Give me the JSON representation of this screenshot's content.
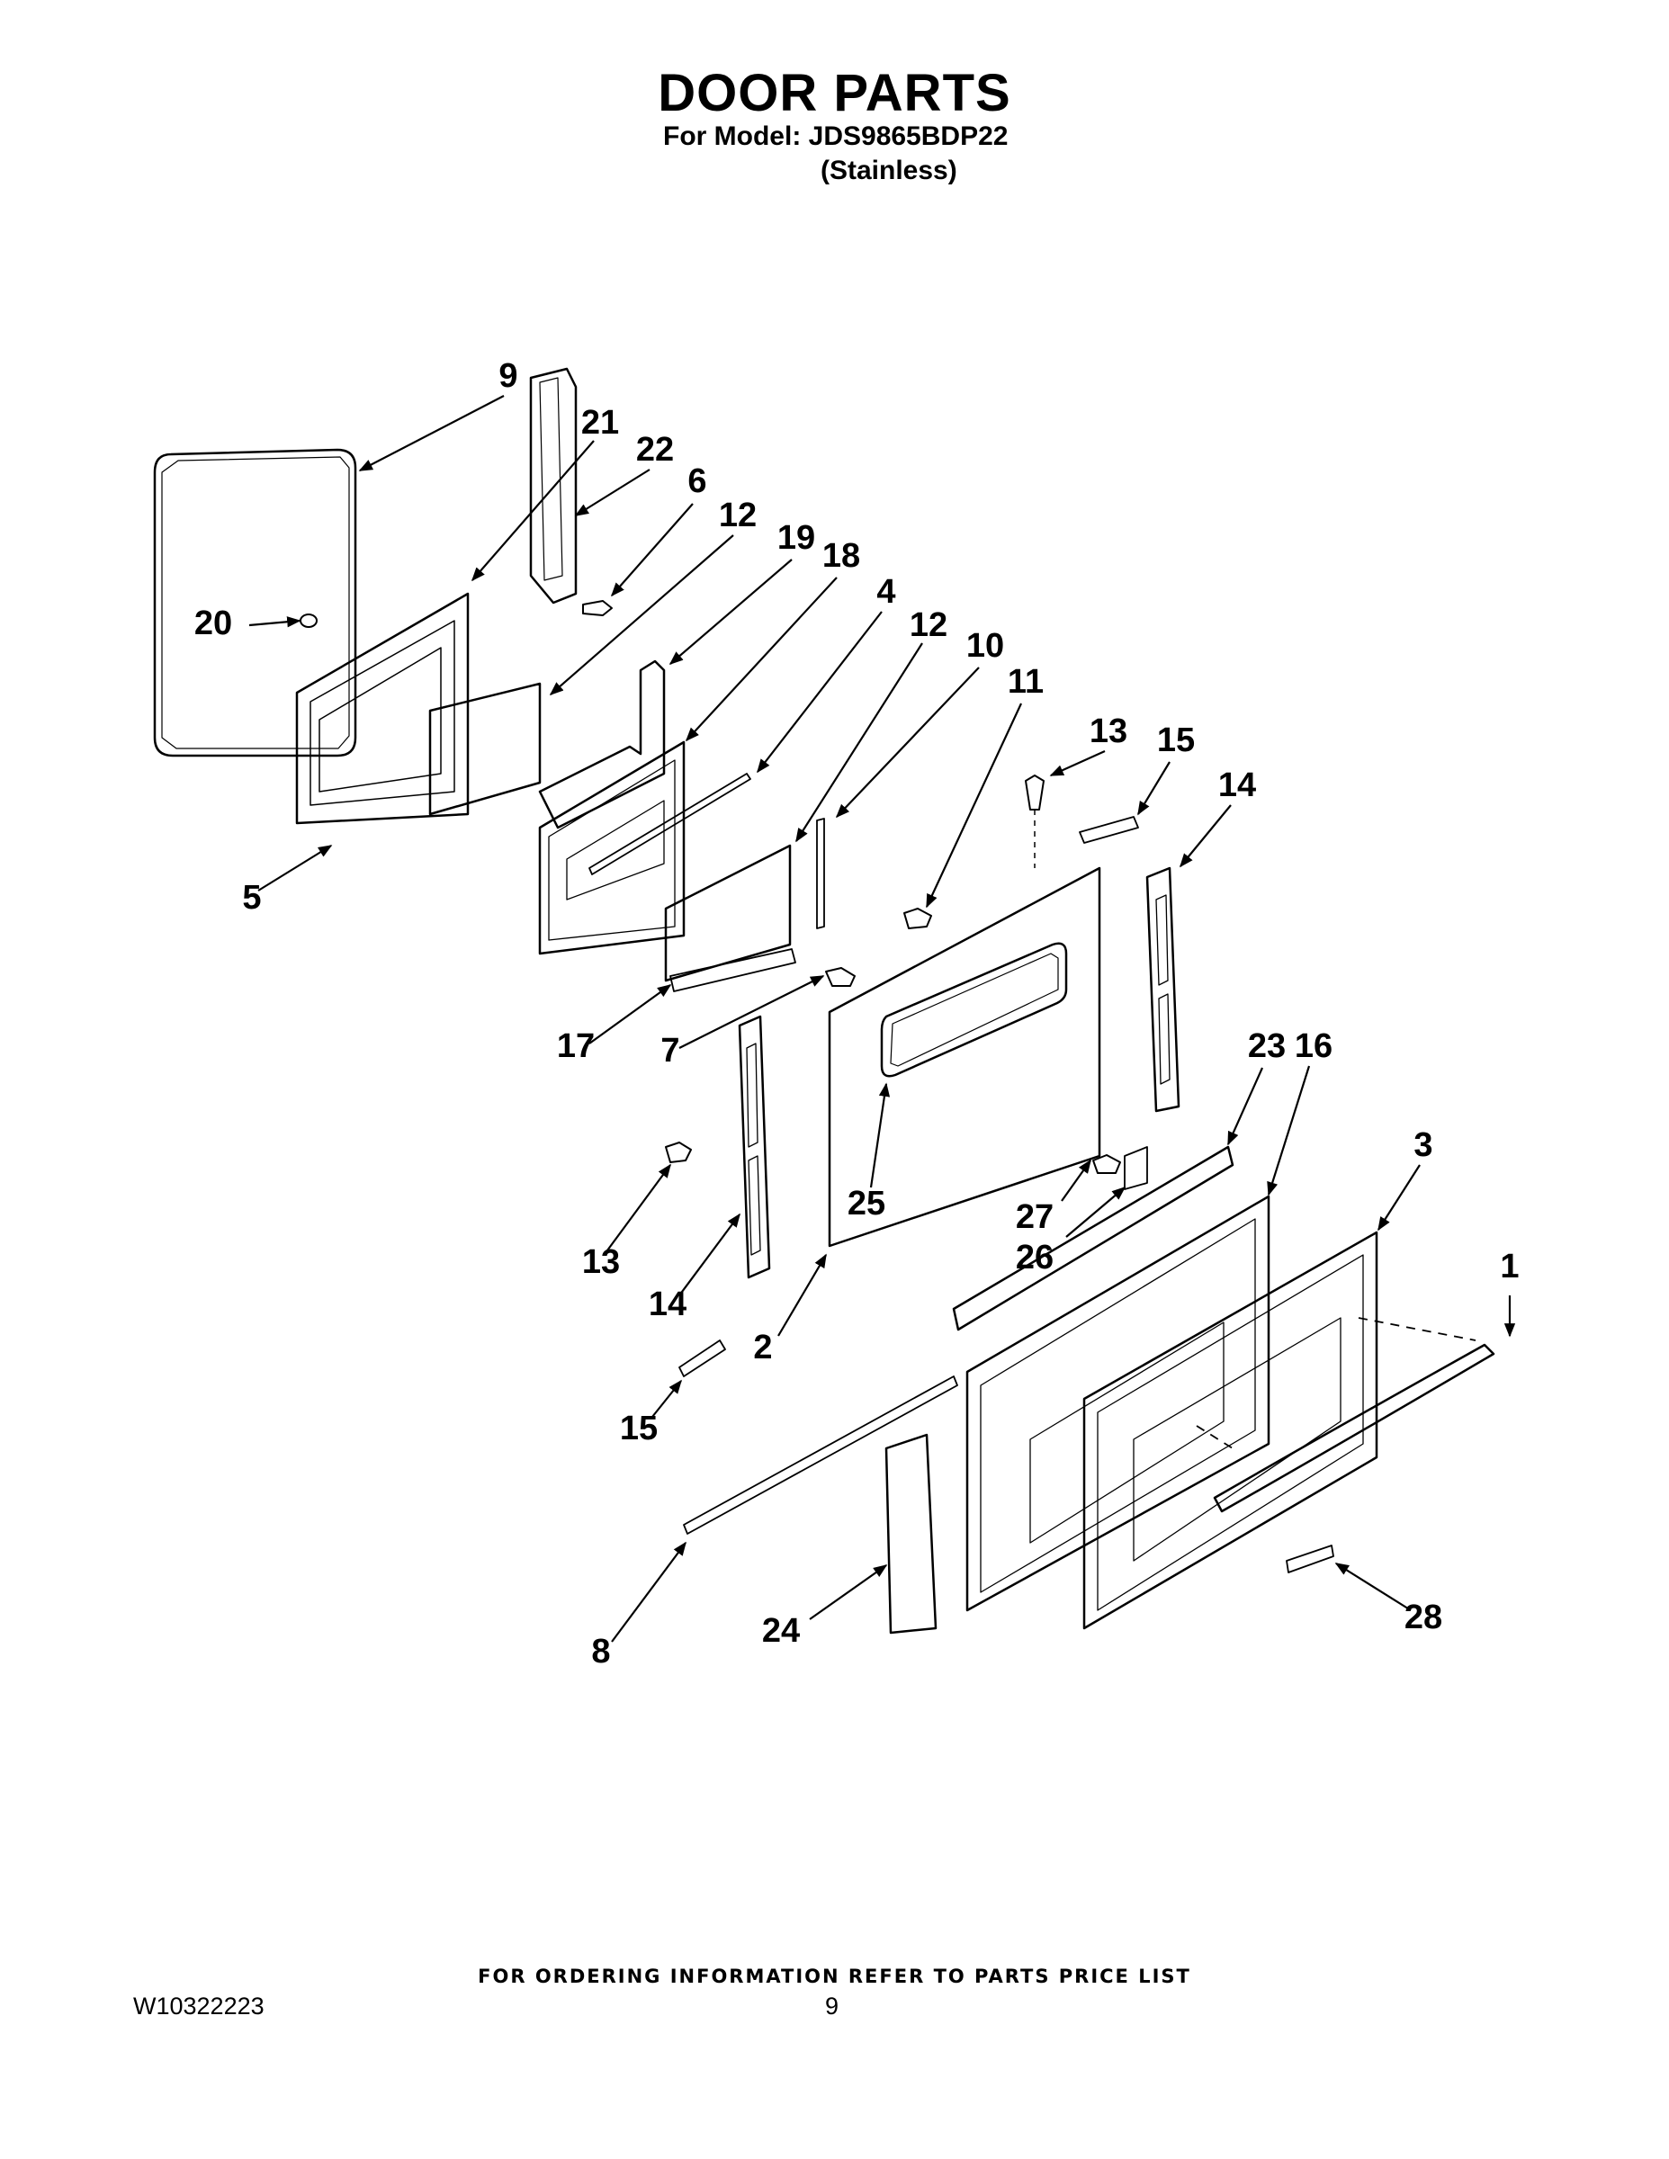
{
  "header": {
    "title": "DOOR PARTS",
    "model_line": "For Model: JDS9865BDP22",
    "finish": "(Stainless)"
  },
  "diagram": {
    "callouts": [
      {
        "id": "c9",
        "label": "9"
      },
      {
        "id": "c21",
        "label": "21"
      },
      {
        "id": "c22",
        "label": "22"
      },
      {
        "id": "c6",
        "label": "6"
      },
      {
        "id": "c12a",
        "label": "12"
      },
      {
        "id": "c19",
        "label": "19"
      },
      {
        "id": "c18",
        "label": "18"
      },
      {
        "id": "c4",
        "label": "4"
      },
      {
        "id": "c12b",
        "label": "12"
      },
      {
        "id": "c10",
        "label": "10"
      },
      {
        "id": "c11",
        "label": "11"
      },
      {
        "id": "c13a",
        "label": "13"
      },
      {
        "id": "c15a",
        "label": "15"
      },
      {
        "id": "c14a",
        "label": "14"
      },
      {
        "id": "c20",
        "label": "20"
      },
      {
        "id": "c5",
        "label": "5"
      },
      {
        "id": "c17",
        "label": "17"
      },
      {
        "id": "c7",
        "label": "7"
      },
      {
        "id": "c23",
        "label": "23"
      },
      {
        "id": "c16",
        "label": "16"
      },
      {
        "id": "c3",
        "label": "3"
      },
      {
        "id": "c25",
        "label": "25"
      },
      {
        "id": "c13b",
        "label": "13"
      },
      {
        "id": "c27",
        "label": "27"
      },
      {
        "id": "c26",
        "label": "26"
      },
      {
        "id": "c14b",
        "label": "14"
      },
      {
        "id": "c1",
        "label": "1"
      },
      {
        "id": "c2",
        "label": "2"
      },
      {
        "id": "c15b",
        "label": "15"
      },
      {
        "id": "c28",
        "label": "28"
      },
      {
        "id": "c24",
        "label": "24"
      },
      {
        "id": "c8",
        "label": "8"
      }
    ]
  },
  "footer": {
    "ordering_note": "FOR ORDERING INFORMATION REFER TO PARTS PRICE LIST",
    "document_number": "W10322223",
    "page_number": "9"
  }
}
